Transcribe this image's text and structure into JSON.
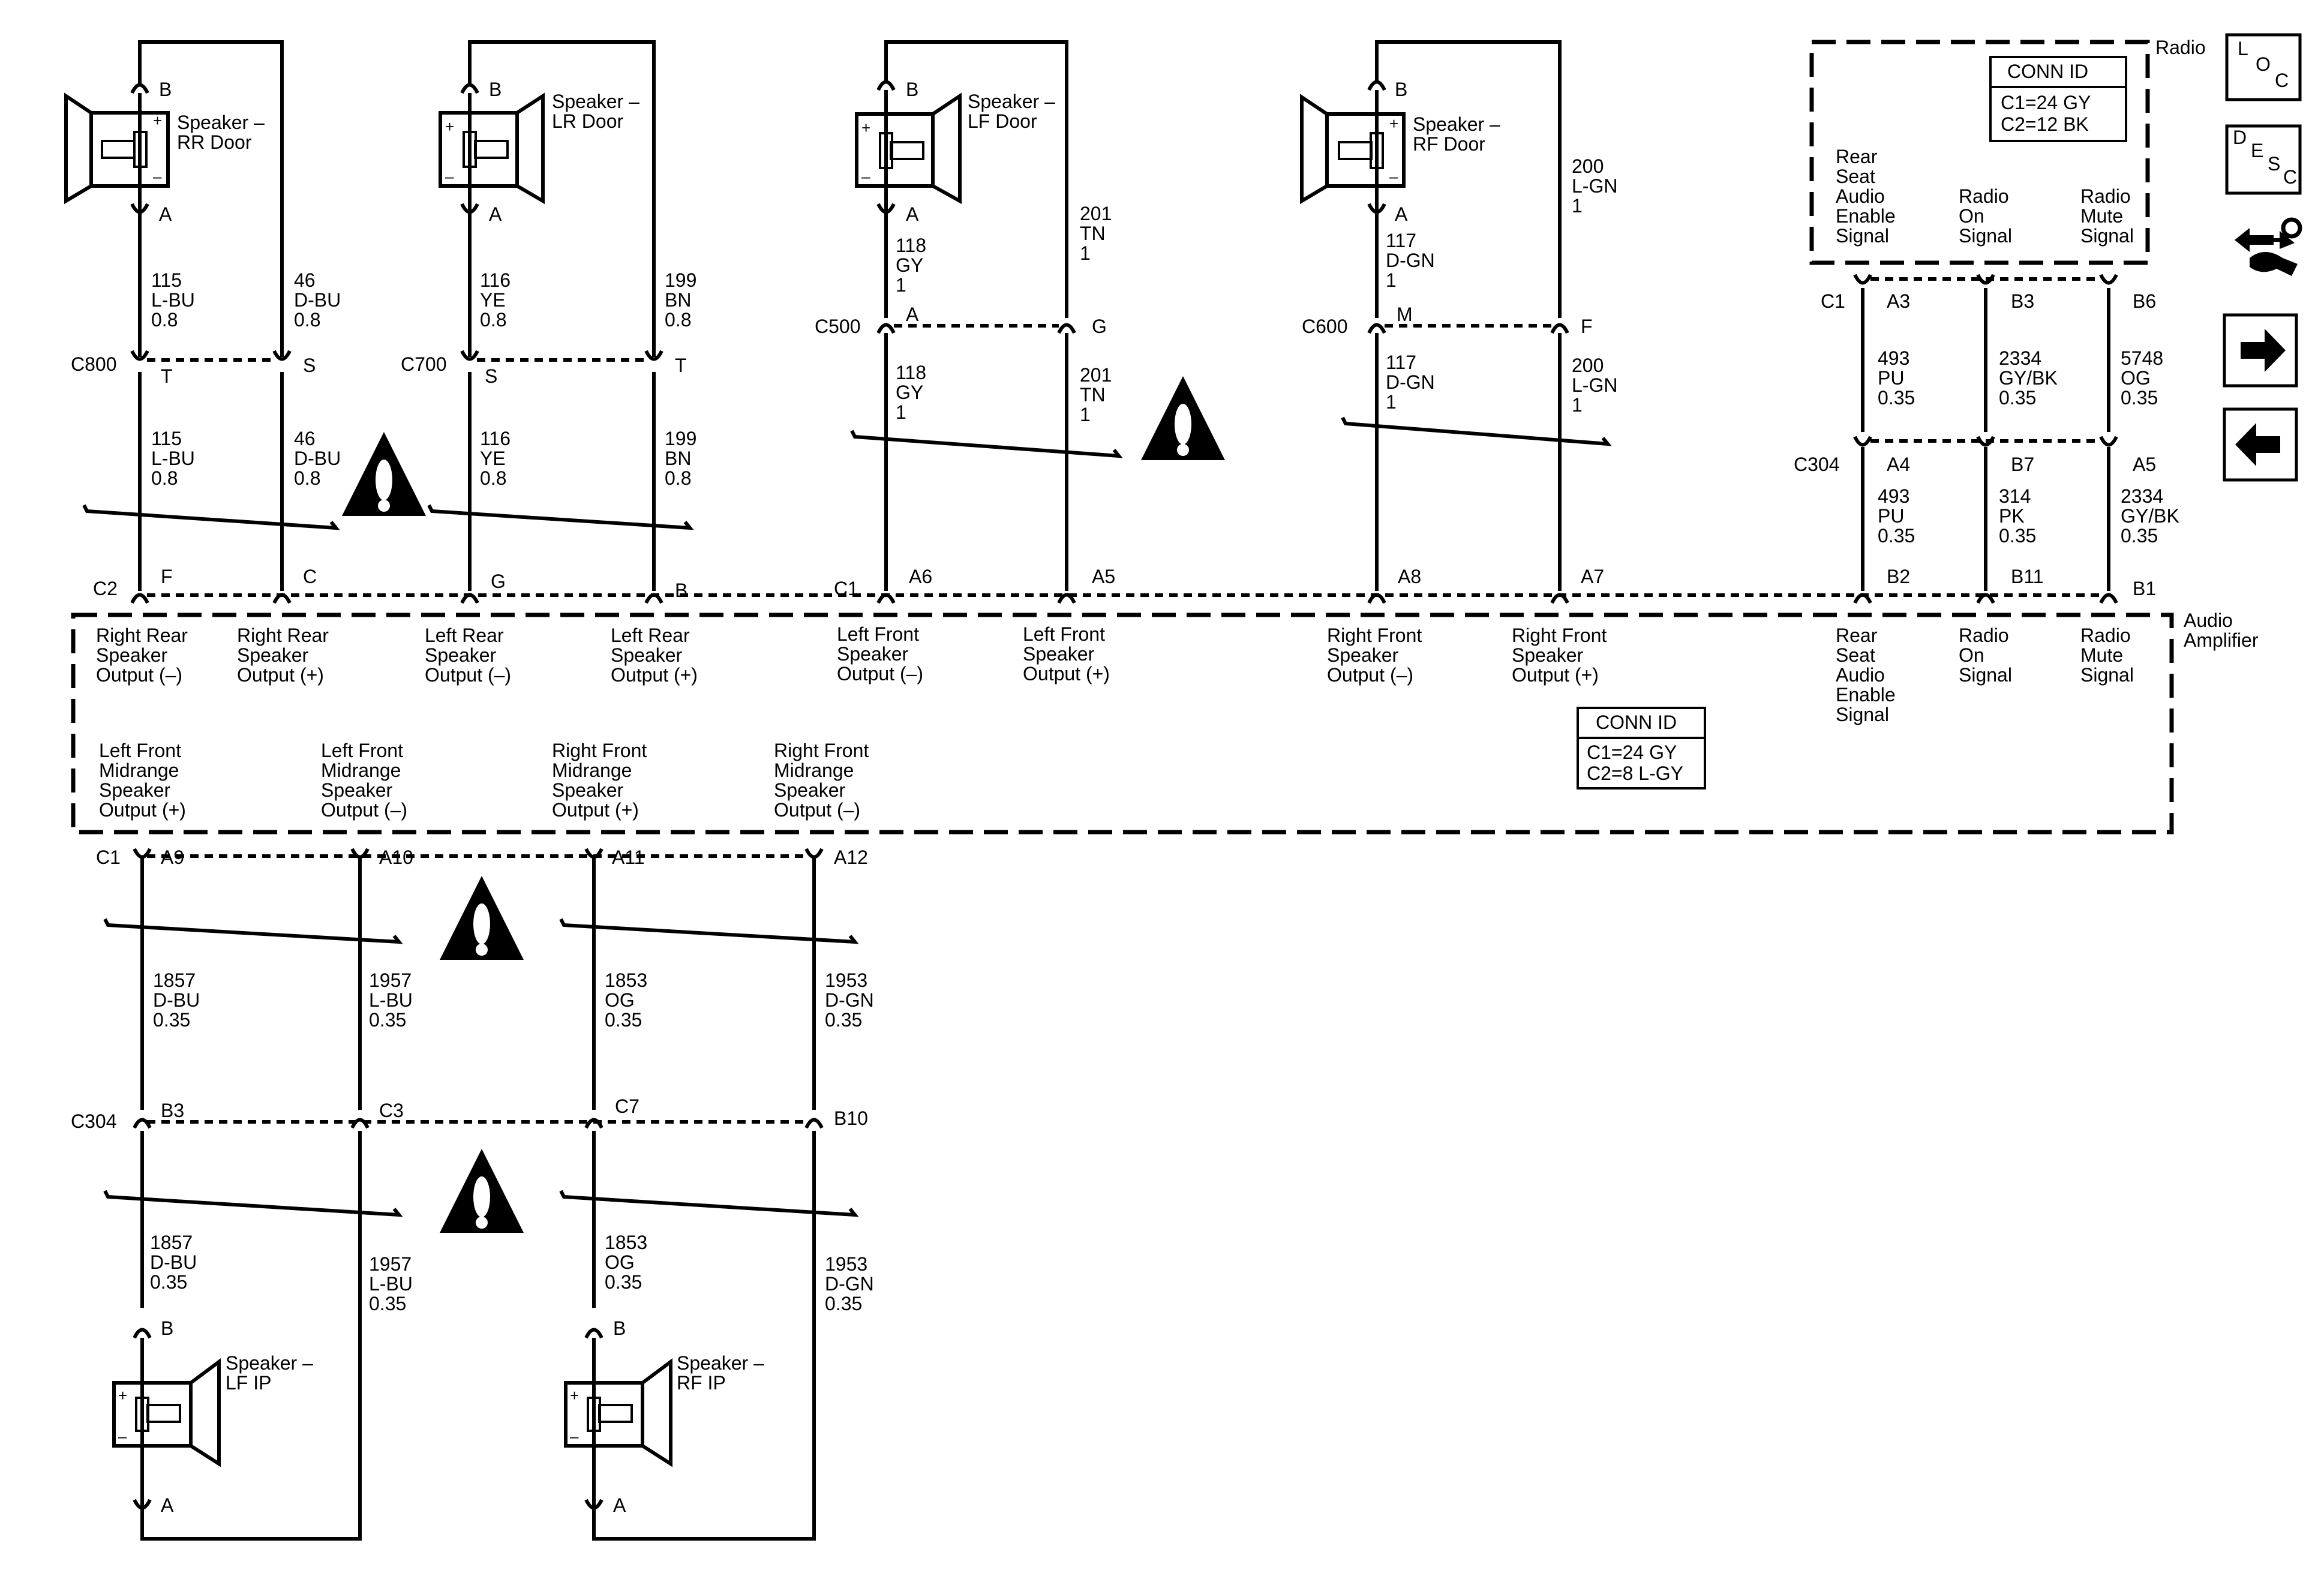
{
  "radio": {
    "title": "Radio",
    "conn_id_title": "CONN ID",
    "conn_c1": "C1=24 GY",
    "conn_c2": "C2=12 BK",
    "signals": [
      [
        "Rear",
        "Seat",
        "Audio",
        "Enable",
        "Signal"
      ],
      [
        "Radio",
        "On",
        "Signal"
      ],
      [
        "Radio",
        "Mute",
        "Signal"
      ]
    ]
  },
  "amplifier": {
    "title": [
      "Audio",
      "Amplifier"
    ],
    "conn_id_title": "CONN ID",
    "conn_c1": "C1=24 GY",
    "conn_c2": "C2=8 L-GY",
    "outputs_top": [
      [
        "Right Rear",
        "Speaker",
        "Output (–)"
      ],
      [
        "Right Rear",
        "Speaker",
        "Output (+)"
      ],
      [
        "Left Rear",
        "Speaker",
        "Output (–)"
      ],
      [
        "Left Rear",
        "Speaker",
        "Output (+)"
      ],
      [
        "Left Front",
        "Speaker",
        "Output (–)"
      ],
      [
        "Left Front",
        "Speaker",
        "Output (+)"
      ],
      [
        "Right Front",
        "Speaker",
        "Output (–)"
      ],
      [
        "Right Front",
        "Speaker",
        "Output (+)"
      ],
      [
        "Rear",
        "Seat",
        "Audio",
        "Enable",
        "Signal"
      ],
      [
        "Radio",
        "On",
        "Signal"
      ],
      [
        "Radio",
        "Mute",
        "Signal"
      ]
    ],
    "outputs_bottom": [
      [
        "Left Front",
        "Midrange",
        "Speaker",
        "Output (+)"
      ],
      [
        "Left Front",
        "Midrange",
        "Speaker",
        "Output (–)"
      ],
      [
        "Right Front",
        "Midrange",
        "Speaker",
        "Output (+)"
      ],
      [
        "Right Front",
        "Midrange",
        "Speaker",
        "Output (–)"
      ]
    ]
  },
  "speakers": {
    "rr_door": [
      "Speaker –",
      "RR Door"
    ],
    "lr_door": [
      "Speaker –",
      "LR Door"
    ],
    "lf_door": [
      "Speaker –",
      "LF Door"
    ],
    "rf_door": [
      "Speaker –",
      "RF Door"
    ],
    "lf_ip": [
      "Speaker –",
      "LF IP"
    ],
    "rf_ip": [
      "Speaker –",
      "RF IP"
    ]
  },
  "connectors": {
    "c800": "C800",
    "c700": "C700",
    "c500": "C500",
    "c600": "C600",
    "c304_radio": "C304",
    "c1_radio": "C1",
    "c2_amp": "C2",
    "c1_amp_top": "C1",
    "c1_amp_bottom": "C1",
    "c304_bottom": "C304"
  },
  "pins": {
    "B": "B",
    "A": "A",
    "T": "T",
    "S": "S",
    "M": "M",
    "F": "F",
    "G": "G",
    "C": "C",
    "A3": "A3",
    "B3": "B3",
    "B6": "B6",
    "A4": "A4",
    "B7": "B7",
    "A5": "A5",
    "A6": "A6",
    "A7": "A7",
    "A8": "A8",
    "B1": "B1",
    "B2": "B2",
    "B11": "B11",
    "A9": "A9",
    "A10": "A10",
    "A11": "A11",
    "A12": "A12",
    "C3": "C3",
    "C7": "C7",
    "B10": "B10"
  },
  "wires": {
    "w115a": [
      "115",
      "L-BU",
      "0.8"
    ],
    "w46a": [
      "46",
      "D-BU",
      "0.8"
    ],
    "w116a": [
      "116",
      "YE",
      "0.8"
    ],
    "w199a": [
      "199",
      "BN",
      "0.8"
    ],
    "w115b": [
      "115",
      "L-BU",
      "0.8"
    ],
    "w46b": [
      "46",
      "D-BU",
      "0.8"
    ],
    "w116b": [
      "116",
      "YE",
      "0.8"
    ],
    "w199b": [
      "199",
      "BN",
      "0.8"
    ],
    "w118a": [
      "118",
      "GY",
      "1"
    ],
    "w201a": [
      "201",
      "TN",
      "1"
    ],
    "w118b": [
      "118",
      "GY",
      "1"
    ],
    "w201b": [
      "201",
      "TN",
      "1"
    ],
    "w117a": [
      "117",
      "D-GN",
      "1"
    ],
    "w200a": [
      "200",
      "L-GN",
      "1"
    ],
    "w117b": [
      "117",
      "D-GN",
      "1"
    ],
    "w200b": [
      "200",
      "L-GN",
      "1"
    ],
    "w493a": [
      "493",
      "PU",
      "0.35"
    ],
    "w2334a": [
      "2334",
      "GY/BK",
      "0.35"
    ],
    "w5748": [
      "5748",
      "OG",
      "0.35"
    ],
    "w493b": [
      "493",
      "PU",
      "0.35"
    ],
    "w314": [
      "314",
      "PK",
      "0.35"
    ],
    "w2334b": [
      "2334",
      "GY/BK",
      "0.35"
    ],
    "w1857a": [
      "1857",
      "D-BU",
      "0.35"
    ],
    "w1957a": [
      "1957",
      "L-BU",
      "0.35"
    ],
    "w1853a": [
      "1853",
      "OG",
      "0.35"
    ],
    "w1953a": [
      "1953",
      "D-GN",
      "0.35"
    ],
    "w1857b": [
      "1857",
      "D-BU",
      "0.35"
    ],
    "w1957b": [
      "1957",
      "L-BU",
      "0.35"
    ],
    "w1853b": [
      "1853",
      "OG",
      "0.35"
    ],
    "w1953b": [
      "1953",
      "D-GN",
      "0.35"
    ]
  },
  "nav": {
    "loc": [
      "L",
      "O",
      "C"
    ],
    "desc": [
      "D",
      "E",
      "S",
      "C"
    ],
    "icons": [
      "component-wrench-icon",
      "arrow-right-icon",
      "arrow-left-icon"
    ]
  },
  "colors": {
    "line": "#000000",
    "background": "#ffffff"
  }
}
